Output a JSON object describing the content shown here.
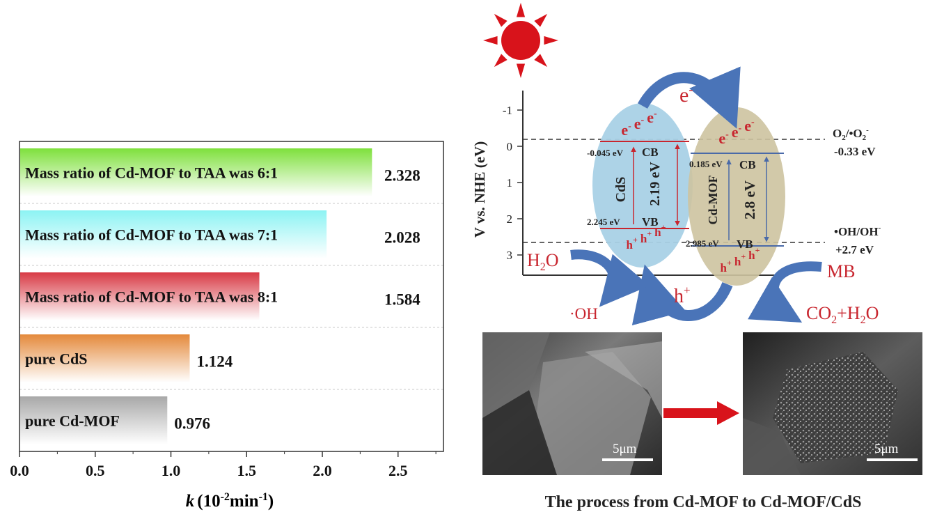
{
  "chart_data": {
    "type": "bar",
    "orientation": "horizontal",
    "categories": [
      "Mass ratio of Cd-MOF to TAA was 6:1",
      "Mass ratio of Cd-MOF to TAA was 7:1",
      "Mass ratio of Cd-MOF to TAA was 8:1",
      "pure CdS",
      "pure Cd-MOF"
    ],
    "values": [
      2.328,
      2.028,
      1.584,
      1.124,
      0.976
    ],
    "value_labels": [
      "2.328",
      "2.028",
      "1.584",
      "1.124",
      "0.976"
    ],
    "colors": [
      "#7ee03c",
      "#8cf3f3",
      "#d83a45",
      "#e4893b",
      "#a8a8a8"
    ],
    "xlabel_italic": "k",
    "xlabel_rest": "(10-2min-1)",
    "xlim": [
      0,
      2.8
    ],
    "xticks": [
      0.0,
      0.5,
      1.0,
      1.5,
      2.0,
      2.5
    ],
    "xtick_labels": [
      "0.0",
      "0.5",
      "1.0",
      "1.5",
      "2.0",
      "2.5"
    ],
    "grid": "dashed horizontal separators"
  },
  "scheme": {
    "y_axis_label": "V vs. NHE (eV)",
    "y_ticks": [
      "-1",
      "0",
      "1",
      "2",
      "3"
    ],
    "electron": "e",
    "electron_row_left": "e e e",
    "electron_row_right": "e e e",
    "hole_row": "h h h",
    "hole_label": "h",
    "cds_label": "CdS",
    "cds_gap": "2.19 eV",
    "cds_cb": "-0.045 eV",
    "cds_vb": "2.245 eV",
    "mof_label": "Cd-MOF",
    "mof_gap": "2.8 eV",
    "mof_cb": "0.185 eV",
    "mof_vb": "2.985 eV",
    "cb": "CB",
    "vb": "VB",
    "o2_label_1": "O2/•O2",
    "o2_label_2": "-0.33  eV",
    "oh_label_1": "•OH/OH",
    "oh_label_2": "+2.7 eV",
    "water": "H2O",
    "hydroxyl": "·OH",
    "mb": "MB",
    "products": "CO2+H2O",
    "scale_bar": "5μm",
    "caption": "The process from Cd-MOF to Cd-MOF/CdS",
    "sun_color": "#d8131b",
    "arrow_color": "#4a74b8"
  }
}
